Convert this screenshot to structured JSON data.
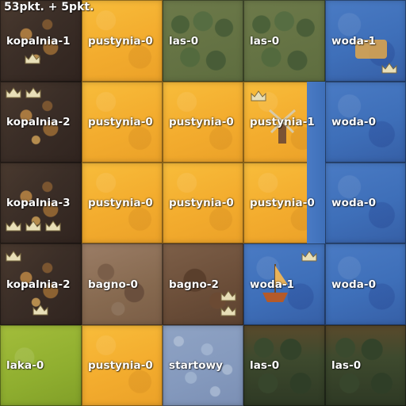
{
  "score_text": "53pkt. + 5pkt.",
  "colors": {
    "kopalnia": "#3b2e27",
    "pustynia": "#f3ac2e",
    "las": "#5e6d3f",
    "woda": "#3e6fb9",
    "bagno": "#86694f",
    "laka": "#8fae2f",
    "startowy": "#8499bd",
    "crown": "#e8dfb8"
  },
  "rows": [
    [
      {
        "label": "kopalnia-1",
        "terrain": "kopalnia",
        "crowns": 1
      },
      {
        "label": "pustynia-0",
        "terrain": "pustynia",
        "crowns": 0
      },
      {
        "label": "las-0",
        "terrain": "las",
        "crowns": 0
      },
      {
        "label": "las-0",
        "terrain": "las",
        "crowns": 0
      },
      {
        "label": "woda-1",
        "terrain": "woda",
        "crowns": 1
      }
    ],
    [
      {
        "label": "kopalnia-2",
        "terrain": "kopalnia",
        "crowns": 2
      },
      {
        "label": "pustynia-0",
        "terrain": "pustynia",
        "crowns": 0
      },
      {
        "label": "pustynia-0",
        "terrain": "pustynia",
        "crowns": 0
      },
      {
        "label": "pustynia-1",
        "terrain": "pustynia",
        "crowns": 1
      },
      {
        "label": "woda-0",
        "terrain": "woda",
        "crowns": 0
      }
    ],
    [
      {
        "label": "kopalnia-3",
        "terrain": "kopalnia",
        "crowns": 3
      },
      {
        "label": "pustynia-0",
        "terrain": "pustynia",
        "crowns": 0
      },
      {
        "label": "pustynia-0",
        "terrain": "pustynia",
        "crowns": 0
      },
      {
        "label": "pustynia-0",
        "terrain": "pustynia",
        "crowns": 0
      },
      {
        "label": "woda-0",
        "terrain": "woda",
        "crowns": 0
      }
    ],
    [
      {
        "label": "kopalnia-2",
        "terrain": "kopalnia",
        "crowns": 2
      },
      {
        "label": "bagno-0",
        "terrain": "bagno",
        "crowns": 0
      },
      {
        "label": "bagno-2",
        "terrain": "bagno",
        "crowns": 2
      },
      {
        "label": "woda-1",
        "terrain": "woda",
        "crowns": 1
      },
      {
        "label": "woda-0",
        "terrain": "woda",
        "crowns": 0
      }
    ],
    [
      {
        "label": "laka-0",
        "terrain": "laka",
        "crowns": 0
      },
      {
        "label": "pustynia-0",
        "terrain": "pustynia",
        "crowns": 0
      },
      {
        "label": "startowy",
        "terrain": "startowy",
        "crowns": 0
      },
      {
        "label": "las-0",
        "terrain": "las",
        "crowns": 0
      },
      {
        "label": "las-0",
        "terrain": "las",
        "crowns": 0
      }
    ]
  ]
}
